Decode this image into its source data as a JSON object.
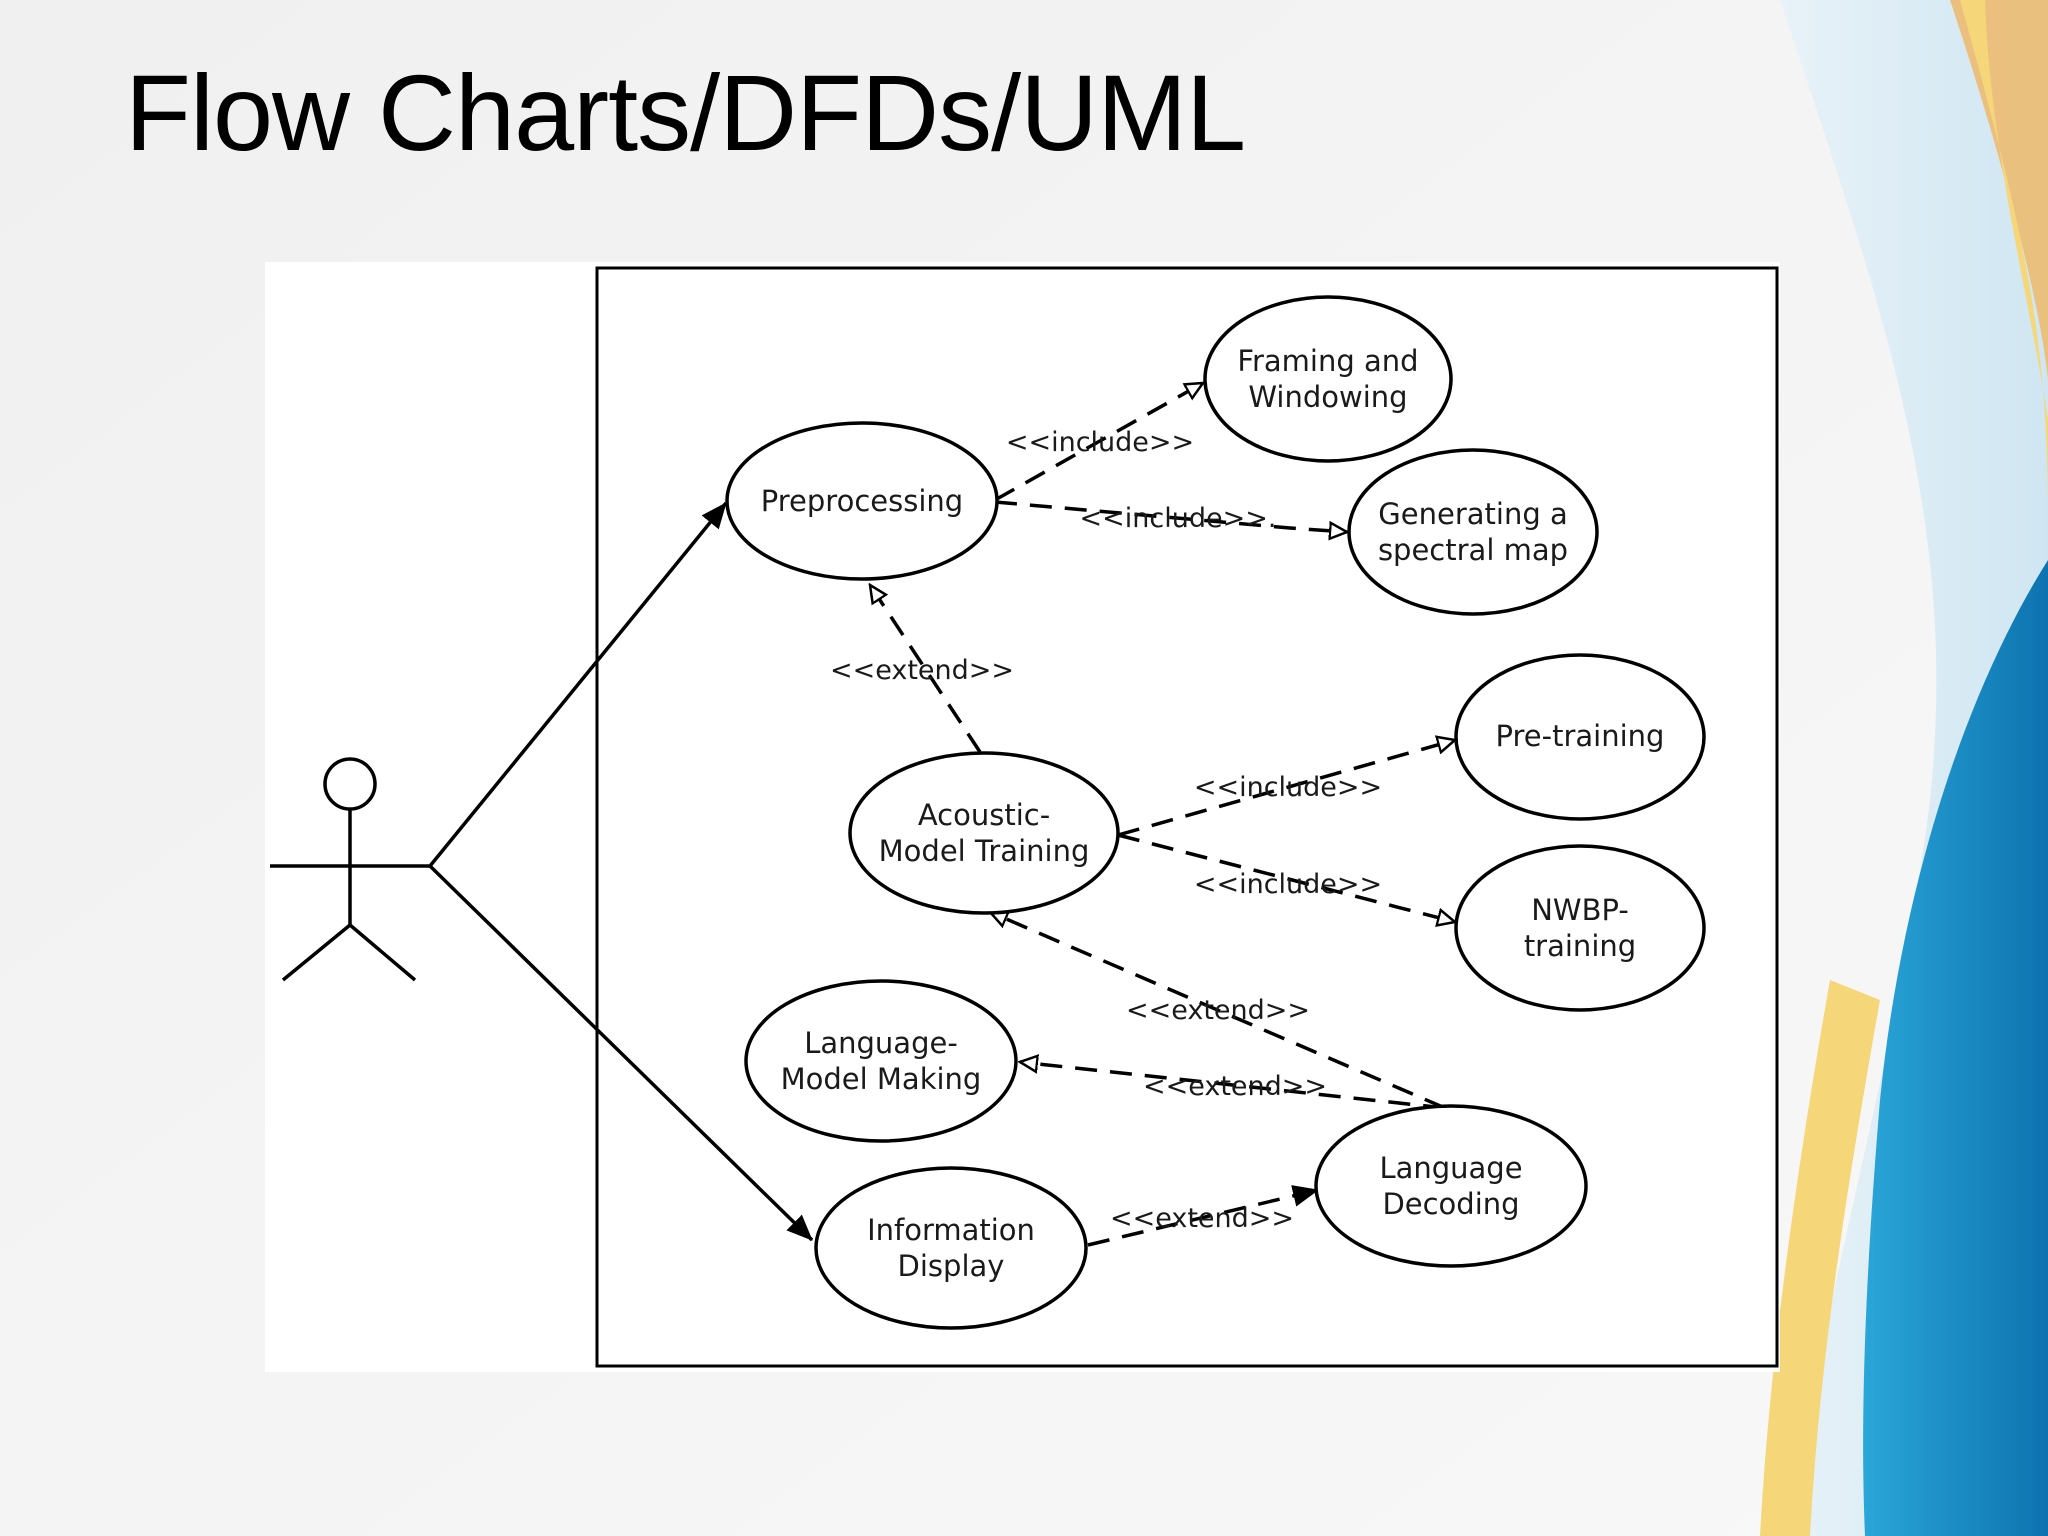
{
  "slide": {
    "title": "Flow Charts/DFDs/UML"
  },
  "diagram": {
    "use_cases": {
      "preprocessing": [
        "Preprocessing"
      ],
      "framing": [
        "Framing and",
        "Windowing"
      ],
      "spectral": [
        "Generating a",
        "spectral map"
      ],
      "acoustic": [
        "Acoustic-",
        "Model Training"
      ],
      "pretraining": [
        "Pre-training"
      ],
      "nwbp": [
        "NWBP-",
        "training"
      ],
      "lang_model": [
        "Language-",
        "Model Making"
      ],
      "info_display": [
        "Information",
        "Display"
      ],
      "lang_decoding": [
        "Language",
        "Decoding"
      ]
    },
    "relations": {
      "include_framing": "<<include>>",
      "include_spectral": "<<include>>.",
      "extend_acoustic_pre": "<<extend>>",
      "include_pretraining": "<<include>>",
      "include_nwbp": "<<include>>",
      "extend_decoding_acoustic": "<<extend>>",
      "extend_decoding_langmodel": "<<extend>>",
      "extend_display_decoding": "<<extend>>"
    }
  },
  "colors": {
    "accent_blue": "#1a8fc9",
    "accent_yellow": "#f5d77a",
    "accent_orange": "#efb86a"
  }
}
